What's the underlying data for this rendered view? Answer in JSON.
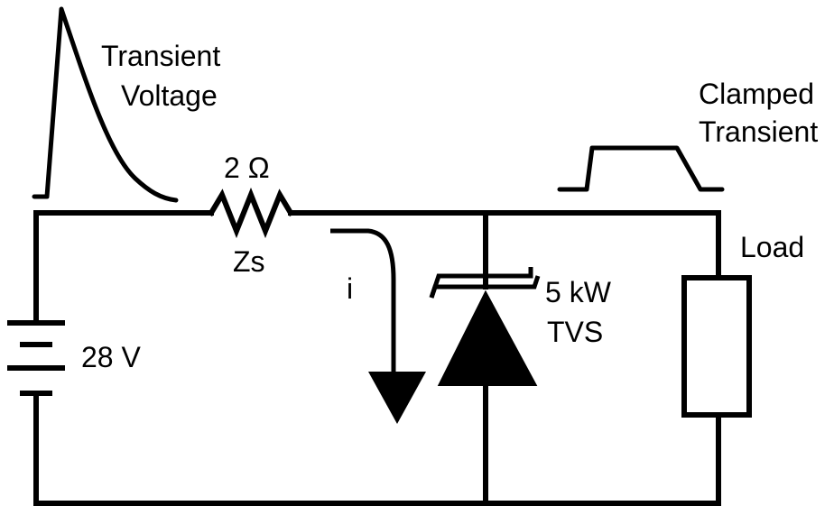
{
  "labels": {
    "transient_line1": "Transient",
    "transient_line2": "Voltage",
    "resistance_value": "2 Ω",
    "impedance": "Zs",
    "current": "i",
    "battery_voltage": "28 V",
    "tvs_rating": "5 kW",
    "tvs_name": "TVS",
    "load": "Load",
    "clamped_line1": "Clamped",
    "clamped_line2": "Transient"
  },
  "colors": {
    "ink": "#000000",
    "background": "#ffffff"
  }
}
